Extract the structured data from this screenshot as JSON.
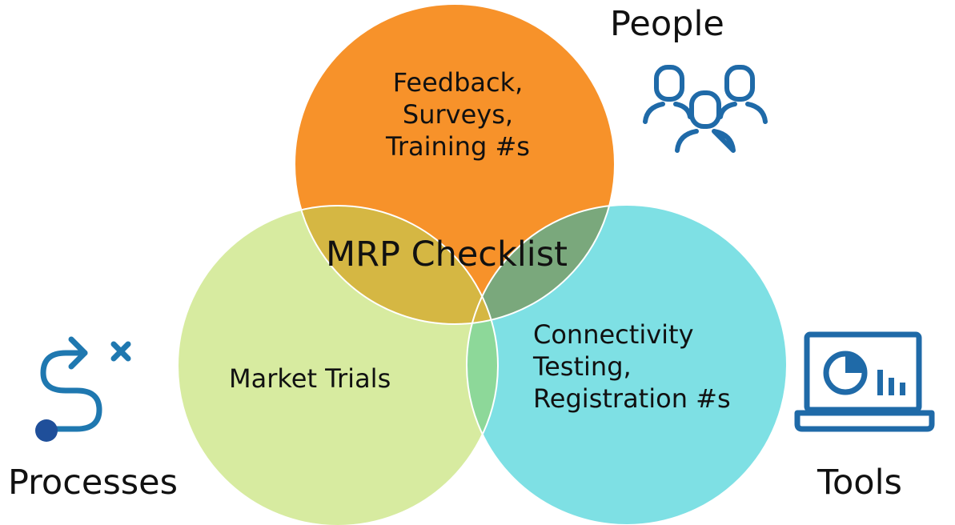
{
  "diagram": {
    "center_label": "MRP Checklist",
    "circles": [
      {
        "id": "people",
        "category": "People",
        "content": [
          "Feedback,",
          "Surveys,",
          "Training #s"
        ],
        "color": "#f7922a"
      },
      {
        "id": "processes",
        "category": "Processes",
        "content": [
          "Market Trials"
        ],
        "color": "#d7eba0"
      },
      {
        "id": "tools",
        "category": "Tools",
        "content": [
          "Connectivity",
          "Testing,",
          "Registration #s"
        ],
        "color": "#7ee0e4"
      }
    ],
    "overlap_colors": {
      "people_processes": "#d5b743",
      "people_tools": "#7aa87c",
      "processes_tools": "#8dd899",
      "center": "#d5b743"
    },
    "icons": {
      "people": "people-group-icon",
      "processes": "process-path-icon",
      "tools": "laptop-chart-icon"
    },
    "icon_colors": {
      "primary": "#1f5aa6",
      "secondary": "#1f78b0"
    }
  }
}
